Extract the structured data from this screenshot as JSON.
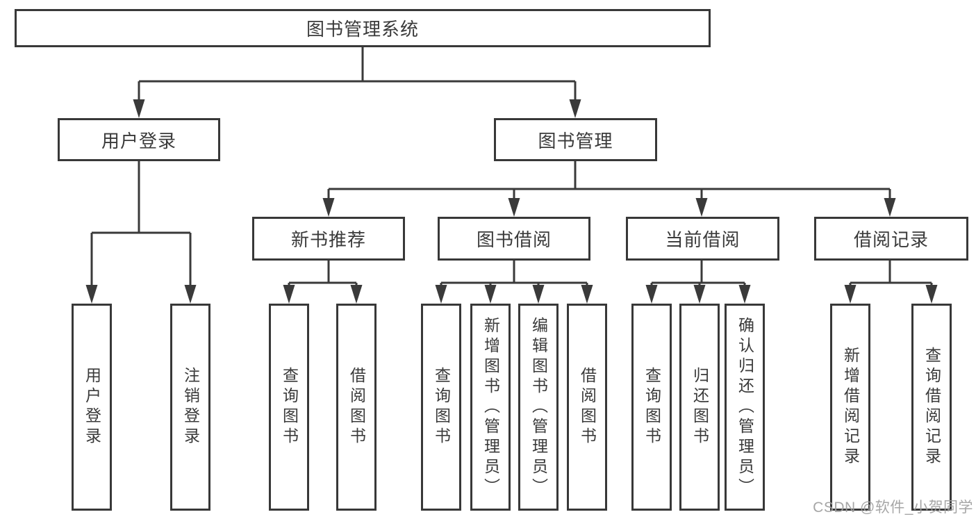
{
  "tree": {
    "root": "图书管理系统",
    "branches": [
      {
        "label": "用户登录",
        "leaves": [
          "用户登录",
          "注销登录"
        ]
      },
      {
        "label": "图书管理",
        "groups": [
          {
            "label": "新书推荐",
            "leaves": [
              "查询图书",
              "借阅图书"
            ]
          },
          {
            "label": "图书借阅",
            "leaves": [
              "查询图书",
              "新增图书（管理员）",
              "编辑图书（管理员）",
              "借阅图书"
            ]
          },
          {
            "label": "当前借阅",
            "leaves": [
              "查询图书",
              "归还图书",
              "确认归还（管理员）"
            ]
          },
          {
            "label": "借阅记录",
            "leaves": [
              "新增借阅记录",
              "查询借阅记录"
            ]
          }
        ]
      }
    ]
  },
  "watermark": {
    "text": "CSDN @软件_小贺同学"
  },
  "colors": {
    "line": "#3a3a3a",
    "border": "#383838",
    "text": "#3a3a3a",
    "watermark": "#9e9e9e",
    "background": "#ffffff"
  }
}
